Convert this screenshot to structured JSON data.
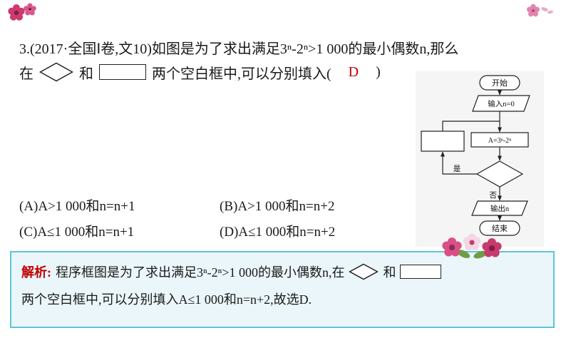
{
  "question": {
    "line1": "3.(2017·全国Ⅰ卷,文10)如图是为了求出满足3ⁿ-2ⁿ>1 000的最小偶数n,那么",
    "line2_pre": "在",
    "line2_and": "和",
    "line2_post": "两个空白框中,可以分别填入(",
    "answer": "D",
    "line2_close": ")"
  },
  "options": [
    {
      "label": "(A)A>1 000和n=n+1"
    },
    {
      "label": "(B)A>1 000和n=n+2"
    },
    {
      "label": "(C)A≤1 000和n=n+1"
    },
    {
      "label": "(D)A≤1 000和n=n+2"
    }
  ],
  "flowchart": {
    "start": "开始",
    "input": "输入n=0",
    "assign": "A=3ⁿ-2ⁿ",
    "yes": "是",
    "no": "否",
    "output": "输出n",
    "end": "结束"
  },
  "solution": {
    "label": "解析:",
    "part1": "程序框图是为了求出满足3ⁿ-2ⁿ>1 000的最小偶数n,在",
    "and": "和",
    "line2": "两个空白框中,可以分别填入A≤1 000和n=n+2,故选D."
  },
  "colors": {
    "answer_red": "#c00000",
    "solution_border": "#5ec5d8",
    "solution_bg": "#eaf6fa",
    "flower_pink": "#cc3a70",
    "line_black": "#222222"
  }
}
